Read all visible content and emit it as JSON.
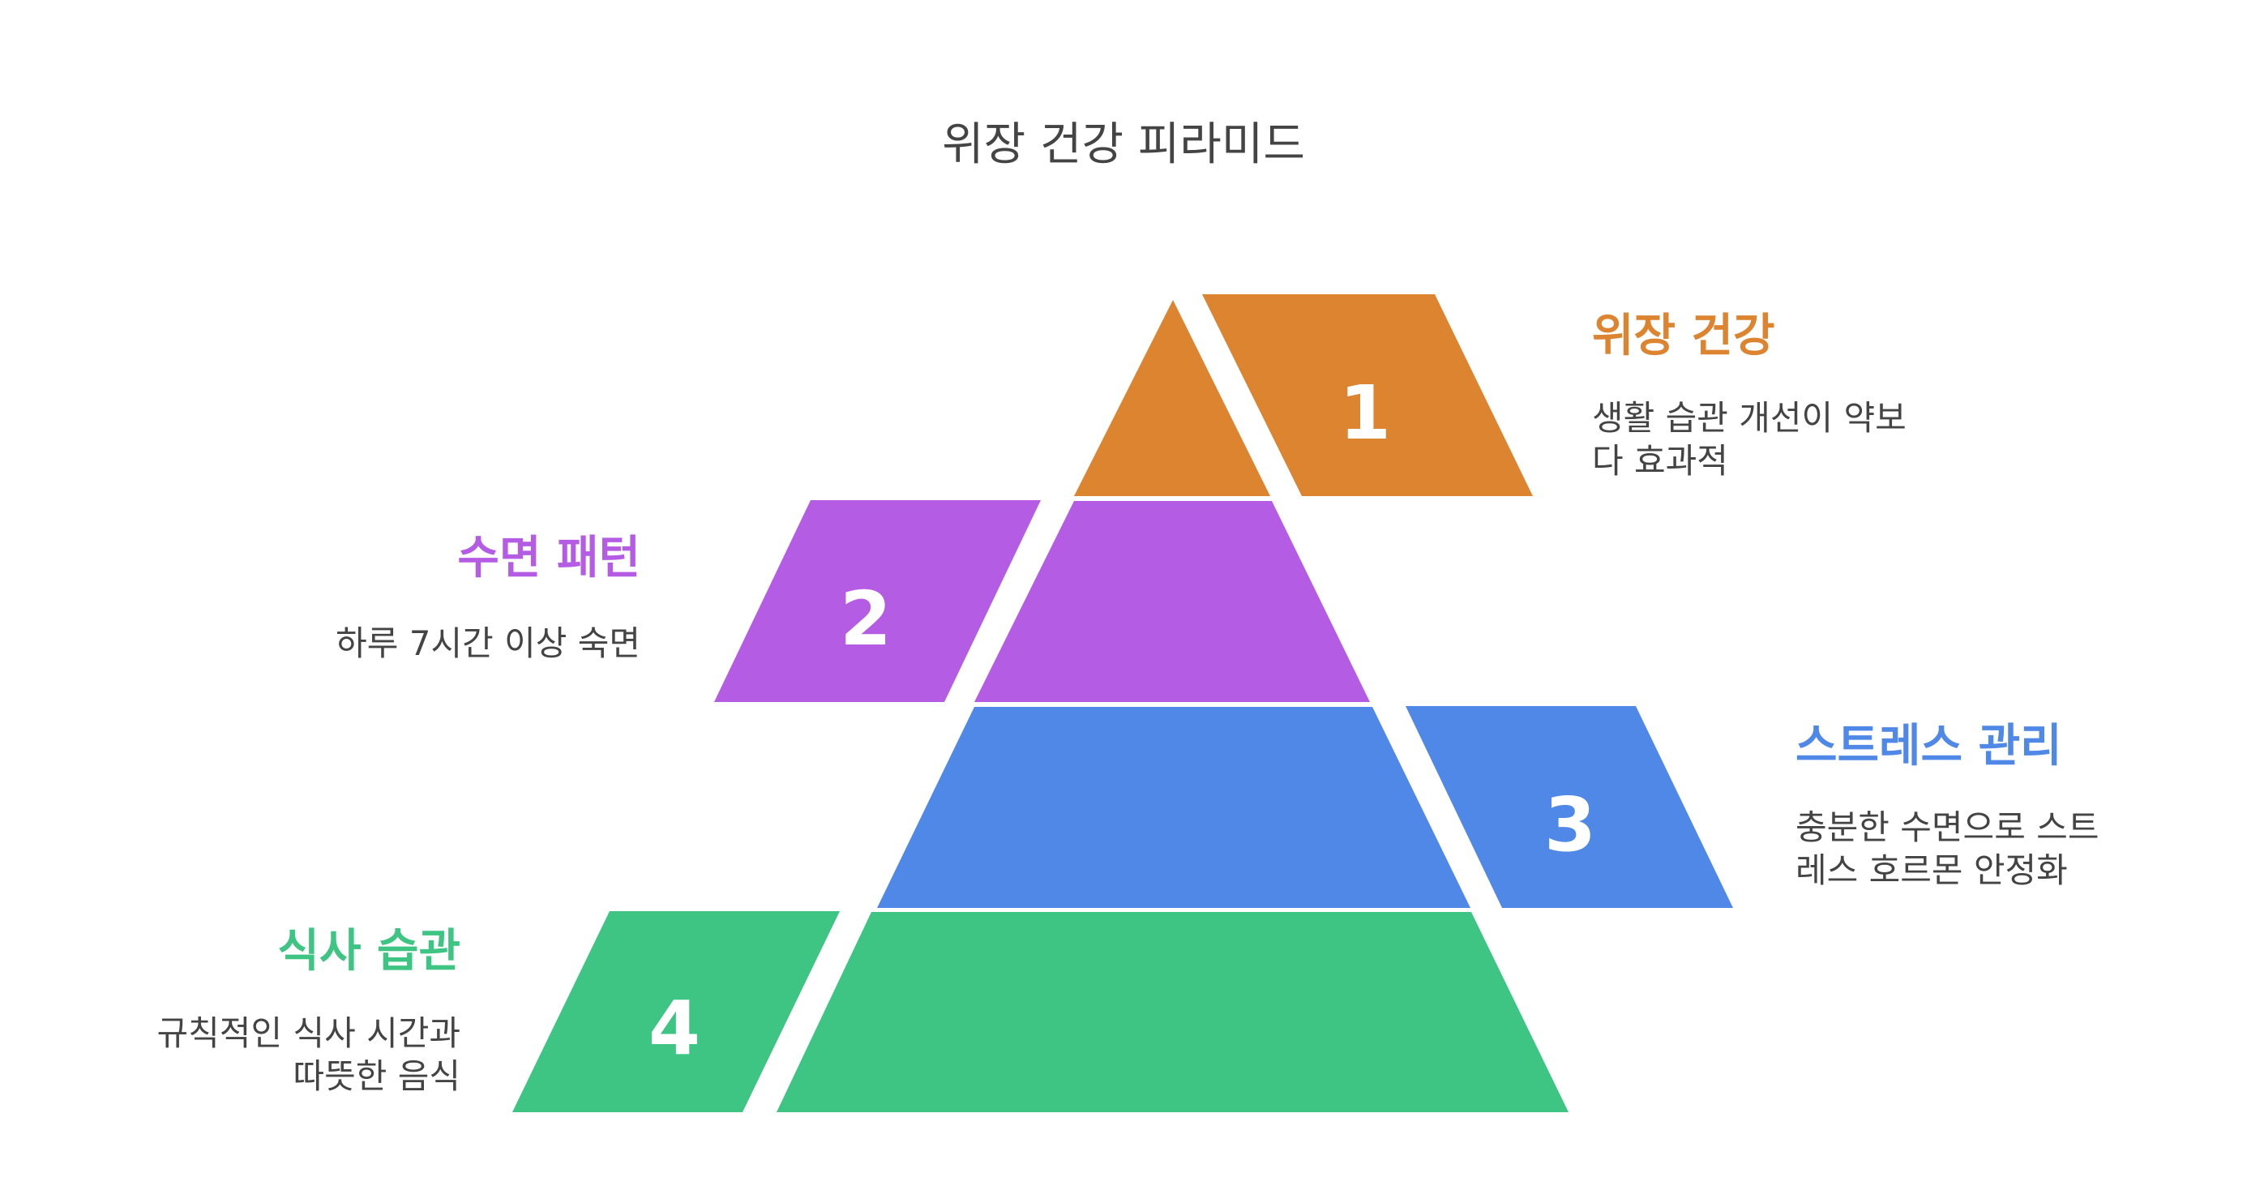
{
  "title": "위장 건강 피라미드",
  "levels": [
    {
      "number": "1",
      "heading": "위장 건강",
      "desc_line1": "생활 습관 개선이 약보",
      "desc_line2": "다 효과적",
      "color": "#DD8431"
    },
    {
      "number": "2",
      "heading": "수면 패턴",
      "desc_line1": "하루 7시간 이상 숙면",
      "color": "#B55CE4"
    },
    {
      "number": "3",
      "heading": "스트레스 관리",
      "desc_line1": "충분한 수면으로 스트",
      "desc_line2": "레스 호르몬 안정화",
      "color": "#4F88E6"
    },
    {
      "number": "4",
      "heading": "식사 습관",
      "desc_line1": "규칙적인 식사 시간과",
      "desc_line2": "따뜻한 음식",
      "color": "#3EC483"
    }
  ]
}
